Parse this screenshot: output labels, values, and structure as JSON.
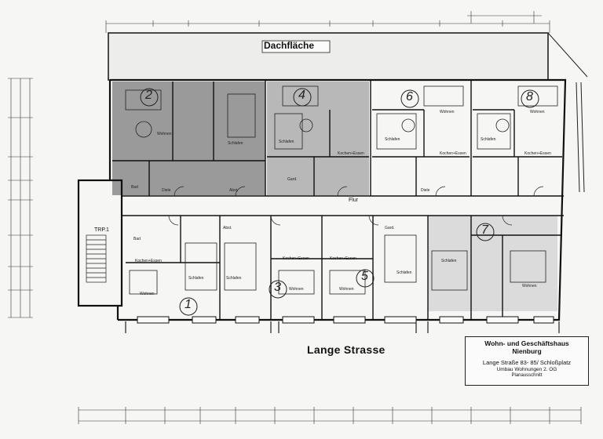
{
  "plan": {
    "roof_label": "Dachfläche",
    "street_label": "Lange Strasse",
    "stair_label": "TRP.1",
    "corridor_label": "Flur"
  },
  "units": [
    {
      "number": "2"
    },
    {
      "number": "4"
    },
    {
      "number": "6"
    },
    {
      "number": "8"
    },
    {
      "number": "1"
    },
    {
      "number": "3"
    },
    {
      "number": "5"
    },
    {
      "number": "7"
    }
  ],
  "rooms": {
    "wohnen": "Wohnen",
    "schlafen": "Schlafen",
    "kochen_essen": "Kochen+Essen",
    "bad": "Bad",
    "diele": "Diele",
    "abst": "Abst.",
    "gard": "Gard."
  },
  "title_block": {
    "line1": "Wohn- und Geschäftshaus",
    "line2": "Nienburg",
    "line3": "Lange Straße 83- 85/ Schloßplatz",
    "line4": "Umbau Wohnungen 2. OG",
    "line5": "Planausschnitt"
  },
  "colors": {
    "line": "#222222",
    "shade": "#7a7a7a",
    "paper": "#f6f6f4"
  }
}
